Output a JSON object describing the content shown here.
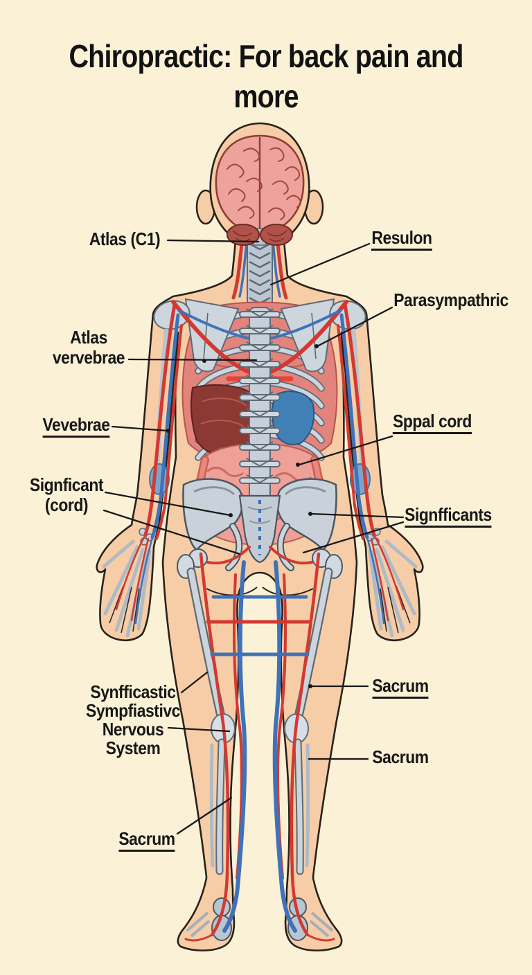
{
  "title": "Chiropractic: For back pain and more",
  "labels": {
    "atlas_c1": {
      "text": "Atlas (C1)"
    },
    "resulon": {
      "text": "Resulon"
    },
    "parasympathric": {
      "text": "Parasympathric"
    },
    "atlas_vervebrae": {
      "line1": "Atlas",
      "line2": "vervebrae"
    },
    "vevebrae": {
      "text": "Vevebrae"
    },
    "sppal_cord": {
      "text": "Sppal cord"
    },
    "signficant_cord": {
      "line1": "Signficant",
      "line2": "(cord)"
    },
    "signfficants": {
      "text": "Signfficants"
    },
    "nervous_system": {
      "line1": "Synfficastic",
      "line2": "Sympfiastivc",
      "line3": "Nervous",
      "line4": "System"
    },
    "sacrum_right_upper": {
      "text": "Sacrum"
    },
    "sacrum_right_lower": {
      "text": "Sacrum"
    },
    "sacrum_left_lower": {
      "text": "Sacrum"
    }
  },
  "colors": {
    "background": "#faf1d6",
    "text": "#171717",
    "skin": "#f6cda6",
    "outline": "#26211c",
    "bone": "#c7d0d9",
    "bone_dark": "#5d6a76",
    "artery_red": "#d23a31",
    "vein_blue": "#3f72b8",
    "brain_pink": "#eda39b",
    "organ_liver": "#8c3933",
    "organ_blue": "#4181b8",
    "intestine_pink": "#efa098",
    "nerve_yellow": "#e7d24a"
  }
}
